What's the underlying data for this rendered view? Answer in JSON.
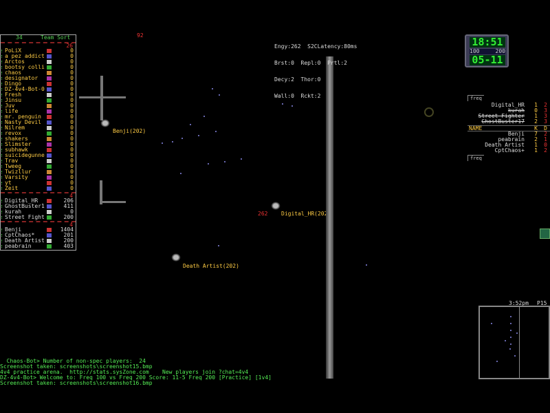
{
  "roster": {
    "count": "34",
    "title": "Team Sort",
    "spec_count": "26",
    "spectators": [
      {
        "name": "PoLiX",
        "score": "0"
      },
      {
        "name": "a pez addict",
        "score": "0"
      },
      {
        "name": "Arctos",
        "score": "0"
      },
      {
        "name": "bootsy colli",
        "score": "0"
      },
      {
        "name": "chaos",
        "score": "0"
      },
      {
        "name": "designator",
        "score": "0"
      },
      {
        "name": "Dingo",
        "score": "0"
      },
      {
        "name": "DZ-4v4-Bot-0",
        "score": "0"
      },
      {
        "name": "Fresh",
        "score": "0"
      },
      {
        "name": "Jinsu",
        "score": "0"
      },
      {
        "name": "Juv",
        "score": "0"
      },
      {
        "name": "life",
        "score": "0"
      },
      {
        "name": "mr. penguin",
        "score": "0"
      },
      {
        "name": "Nasty Devil",
        "score": "0"
      },
      {
        "name": "Nilrem",
        "score": "0"
      },
      {
        "name": "revox",
        "score": "0"
      },
      {
        "name": "shakers",
        "score": "0"
      },
      {
        "name": "Slimster",
        "score": "0"
      },
      {
        "name": "subhawk",
        "score": "0"
      },
      {
        "name": "suicidegunne",
        "score": "0"
      },
      {
        "name": "Trav",
        "score": "0"
      },
      {
        "name": "Tweeg",
        "score": "0"
      },
      {
        "name": "Twizllur",
        "score": "0"
      },
      {
        "name": "Varsity",
        "score": "0"
      },
      {
        "name": "yt",
        "score": "0"
      },
      {
        "name": "Zeit",
        "score": "0"
      }
    ],
    "team1_count": "4",
    "team1": [
      {
        "name": "Digital_HR",
        "score": "206"
      },
      {
        "name": "GhostBuster1",
        "score": "411"
      },
      {
        "name": "kurah",
        "score": "0"
      },
      {
        "name": "Street Fight",
        "score": "200"
      }
    ],
    "team2_count": "4",
    "team2": [
      {
        "name": "Benji",
        "score": "1404"
      },
      {
        "name": "CptChaos*",
        "score": "201"
      },
      {
        "name": "Death Artist",
        "score": "200"
      },
      {
        "name": "peabrain",
        "score": "403"
      }
    ]
  },
  "top_number": "92",
  "stats": {
    "line1": "Engy:262  S2CLatency:80ms",
    "line2": "Brst:0  Repl:0  Prtl:2",
    "line3": "Decy:2  Thor:0",
    "line4": "Wall:0  Rckt:2"
  },
  "clock": {
    "time": "18:51",
    "freq_left": "100",
    "freq_right": "200",
    "score": "05-11"
  },
  "scoreboard": {
    "freq_tag": "freq",
    "name_header": "NAME",
    "k_header": "K",
    "d_header": "D",
    "team1": [
      {
        "name": "Digital_HR",
        "k": "1",
        "d": "2"
      },
      {
        "name": "kurah",
        "k": "0",
        "d": "3"
      },
      {
        "name": "Street Fighter",
        "k": "1",
        "d": "3"
      },
      {
        "name": "GhostBuster17",
        "k": "2",
        "d": "3"
      }
    ],
    "team2": [
      {
        "name": "Benji",
        "k": "7",
        "d": "2"
      },
      {
        "name": "peabrain",
        "k": "2",
        "d": "1"
      },
      {
        "name": "Death Artist",
        "k": "1",
        "d": "0"
      },
      {
        "name": "CptChaos+",
        "k": "1",
        "d": "2"
      }
    ]
  },
  "ships": {
    "benji": "Benji(202)",
    "digital": "Digital_HR(202)",
    "digital_energy": "262",
    "death": "Death Artist(202)"
  },
  "chat": [
    "  Chaos-Bot> Number of non-spec players:  24",
    "Screenshot taken: screenshots\\screenshot15.bmp",
    "4v4 practice arena.  http://stats.sysZone.com    New players join ?chat=4v4",
    "DZ-4v4-Bot> Welcome to: Freq 100 vs Freq 200 Score: 11-5 Freq 200 [Practice] [1v4]",
    "Screenshot taken: screenshots\\screenshot16.bmp"
  ],
  "radar": {
    "clock": "3:52pm",
    "coords": "P15"
  }
}
